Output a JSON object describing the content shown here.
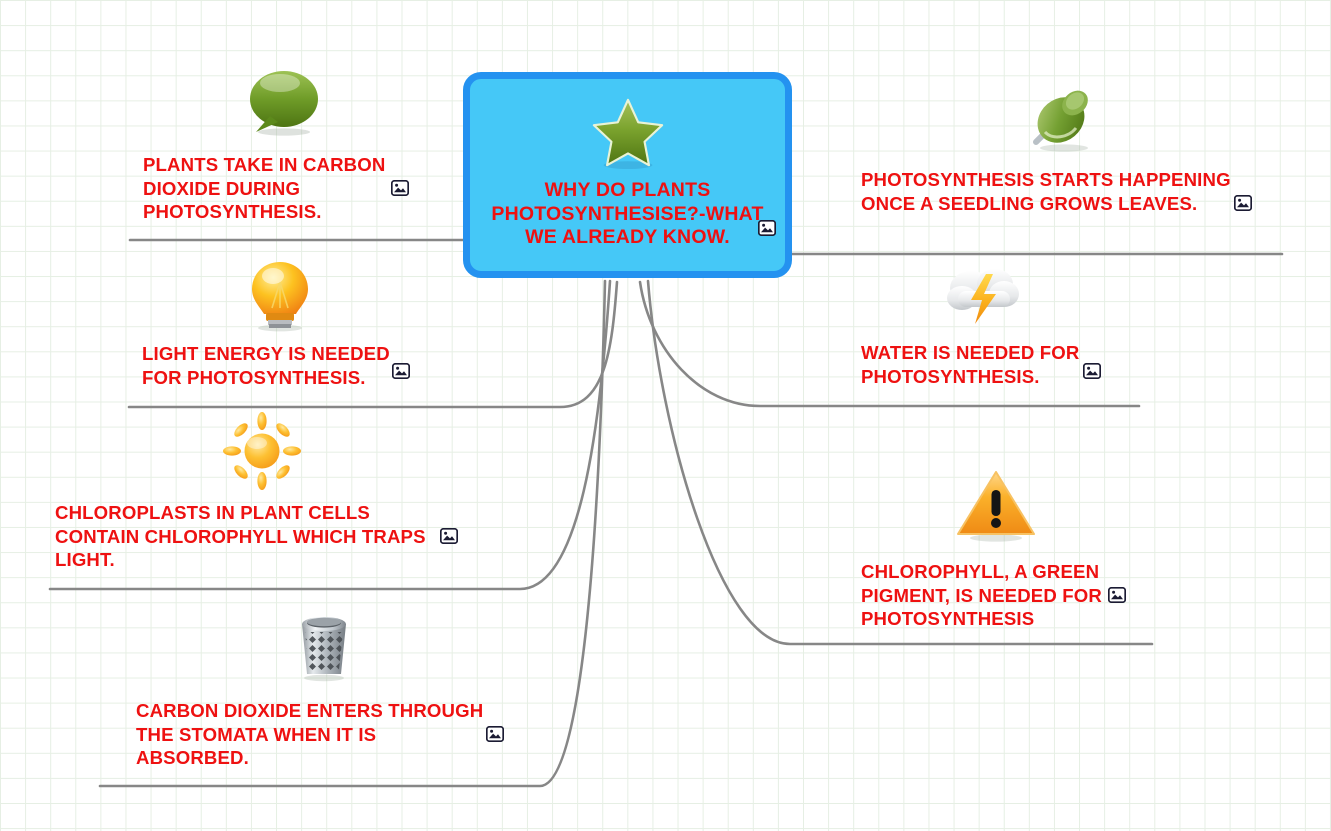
{
  "document": {
    "type": "mind-map",
    "background": "grid",
    "grid_color": "#e6efe4",
    "text_color": "#ee1111",
    "connector_color": "#878787"
  },
  "central": {
    "title": "WHY DO PLANTS PHOTOSYNTHESISE?-WHAT WE ALREADY KNOW.",
    "icon": "star-icon",
    "image_badge": "image-placeholder-icon",
    "fill_color": "#45c8f7",
    "border_color": "#2492f0"
  },
  "branches": [
    {
      "id": "plants-take-in-carbon-dioxide",
      "side": "left",
      "icon": "speech-bubble-icon",
      "text": "PLANTS TAKE IN CARBON DIOXIDE DURING PHOTOSYNTHESIS.",
      "image_badge": "image-placeholder-icon"
    },
    {
      "id": "light-energy-is-needed",
      "side": "left",
      "icon": "light-bulb-icon",
      "text": "LIGHT ENERGY IS NEEDED FOR PHOTOSYNTHESIS.",
      "image_badge": "image-placeholder-icon"
    },
    {
      "id": "chloroplasts-contain-chlorophyll",
      "side": "left",
      "icon": "sun-icon",
      "text": "CHLOROPLASTS IN PLANT CELLS CONTAIN CHLOROPHYLL WHICH TRAPS LIGHT.",
      "image_badge": "image-placeholder-icon"
    },
    {
      "id": "carbon-dioxide-enters-stomata",
      "side": "left",
      "icon": "trash-can-icon",
      "text": "CARBON DIOXIDE ENTERS THROUGH THE STOMATA WHEN IT IS ABSORBED.",
      "image_badge": "image-placeholder-icon"
    },
    {
      "id": "photosynthesis-starts-seedling",
      "side": "right",
      "icon": "push-pin-icon",
      "text": "PHOTOSYNTHESIS STARTS HAPPENING ONCE A SEEDLING GROWS LEAVES.",
      "image_badge": "image-placeholder-icon"
    },
    {
      "id": "water-is-needed",
      "side": "right",
      "icon": "storm-cloud-icon",
      "text": "WATER IS NEEDED FOR PHOTOSYNTHESIS.",
      "image_badge": "image-placeholder-icon"
    },
    {
      "id": "chlorophyll-green-pigment",
      "side": "right",
      "icon": "warning-triangle-icon",
      "text": "CHLOROPHYLL, A GREEN PIGMENT, IS NEEDED FOR PHOTOSYNTHESIS",
      "image_badge": "image-placeholder-icon"
    }
  ]
}
